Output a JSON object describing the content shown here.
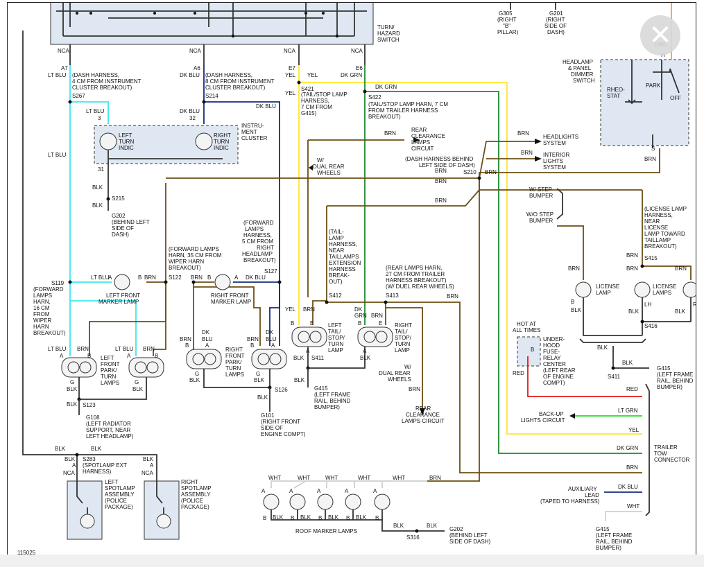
{
  "diagram": {
    "figure_id": "115025",
    "components": {
      "turn_switch": "TURN/\nHAZARD\nSWITCH",
      "dimmer_switch": "HEADLAMP\n& PANEL\nDIMMER\nSWITCH",
      "rheostat": "RHEO-\nSTAT",
      "park": "PARK",
      "off": "OFF",
      "instrument_cluster": "INSTRU-\nMENT\nCLUSTER",
      "left_turn_indic": "LEFT\nTURN\nINDIC",
      "right_turn_indic": "RIGHT\nTURN\nINDIC",
      "left_front_marker": "LEFT FRONT\nMARKER LAMP",
      "right_front_marker": "RIGHT FRONT\nMARKER LAMP",
      "left_front_park": "LEFT\nFRONT\nPARK/\nTURN\nLAMPS",
      "right_front_park": "RIGHT\nFRONT\nPARK/\nTURN\nLAMPS",
      "left_tail": "LEFT\nTAIL/\nSTOP/\nTURN\nLAMP",
      "right_tail": "RIGHT\nTAIL/\nSTOP/\nTURN\nLAMP",
      "license_lamp": "LICENSE\nLAMP",
      "license_lamps": "LICENSE\nLAMPS",
      "lh": "LH",
      "rh": "RH",
      "relay_center": "UNDER-\nHOOD\nFUSE-\nRELAY\nCENTER\n(LEFT REAR\nOF ENGINE\nCOMPT)",
      "hot_at_all_times": "HOT AT\nALL TIMES",
      "left_spotlamp": "LEFT\nSPOTLAMP\nASSEMBLY\n(POLICE\nPACKAGE)",
      "right_spotlamp": "RIGHT\nSPOTLAMP\nASSEMBLY\n(POLICE\nPACKAGE)",
      "roof_marker": "ROOF MARKER LAMPS",
      "trailer_connector": "TRAILER\nTOW\nCONNECTOR",
      "headlights_system": "HEADLIGHTS\nSYSTEM",
      "interior_lights": "INTERIOR\nLIGHTS\nSYSTEM",
      "rear_clearance_circuit": "REAR\nCLEARANCE\nLAMPS\nCIRCUIT",
      "rear_clearance_circuit2": "REAR\nCLEARANCE\nLAMPS CIRCUIT",
      "backup_circuit": "BACK-UP\nLIGHTS CIRCUIT",
      "aux_lead": "AUXILIARY\nLEAD\n(TAPED TO HARNESS)",
      "step_bumper": "W/ STEP\nBUMPER",
      "no_step_bumper": "W/O STEP\nBUMPER",
      "dual_rear_wheels": "W/\nDUAL REAR\nWHEELS",
      "dual_rear_wheels2": "W/\nDUAL REAR\nWHEELS",
      "org": "ORG",
      "h": "H"
    },
    "grounds": {
      "g305": "G305\n(RIGHT\n\"B\"\nPILLAR)",
      "g201": "G201\n(RIGHT\nSIDE OF\nDASH)",
      "g202a": "G202\n(BEHIND LEFT\nSIDE OF\nDASH)",
      "g108": "G108\n(LEFT RADIATOR\nSUPPORT, NEAR\nLEFT HEADLAMP)",
      "g101": "G101\n(RIGHT FRONT\nSIDE OF\nENGINE COMPT)",
      "g415a": "G415\n(LEFT FRAME\nRAIL, BEHIND\nBUMPER)",
      "g415b": "G415\n(LEFT FRAME\nRAIL, BEHIND\nBUMPER)",
      "g415c": "G415\n(LEFT FRAME\nRAIL, BEHIND\nBUMPER)",
      "g202b": "G202\n(BEHIND LEFT\nSIDE OF DASH)"
    },
    "splices": {
      "s267": "(DASH HARNESS,\n4 CM FROM INSTRUMENT\nCLUSTER BREAKOUT)",
      "s214": "(DASH HARNESS,\n8 CM FROM INSTRUMENT\nCLUSTER BREAKOUT)",
      "s421": "(TAIL/STOP LAMP\nHARNESS,\n7 CM FROM\nG415)",
      "s422": "(TAIL/STOP LAMP HARN, 7 CM\nFROM TRAILER HARNESS\nBREAKOUT)",
      "s210": "(DASH HARNESS BEHIND\nLEFT SIDE OF DASH)",
      "s119": "(FORWARD\nLAMPS\nHARN,\n16 CM\nFROM\nWIPER\nHARN\nBREAKOUT)",
      "s122": "(FORWARD LAMPS\nHARN, 35 CM FROM\nWIPER HARN\nBREAKOUT)",
      "s127": "(FORWARD\nLAMPS\nHARNESS,\n5 CM FROM\nRIGHT\nHEADLAMP\nBREAKOUT)",
      "s412": "(TAIL-\nLAMP\nHARNESS,\nNEAR\nTAILLAMPS\nEXTENSION\nHARNESS\nBREAK-\nOUT)",
      "s413": "(REAR LAMPS HARN,\n27 CM FROM TRAILER\nHARNESS BREAKOUT)\n(W/ DUEL REAR WHEELS)",
      "s415": "(LICENSE LAMP\nHARNESS,\nNEAR\nLICENSE\nLAMP TOWARD\nTAILLAMP\nBREAKOUT)",
      "s283": "(SPOTLAMP EXT\nHARNESS)"
    }
  }
}
